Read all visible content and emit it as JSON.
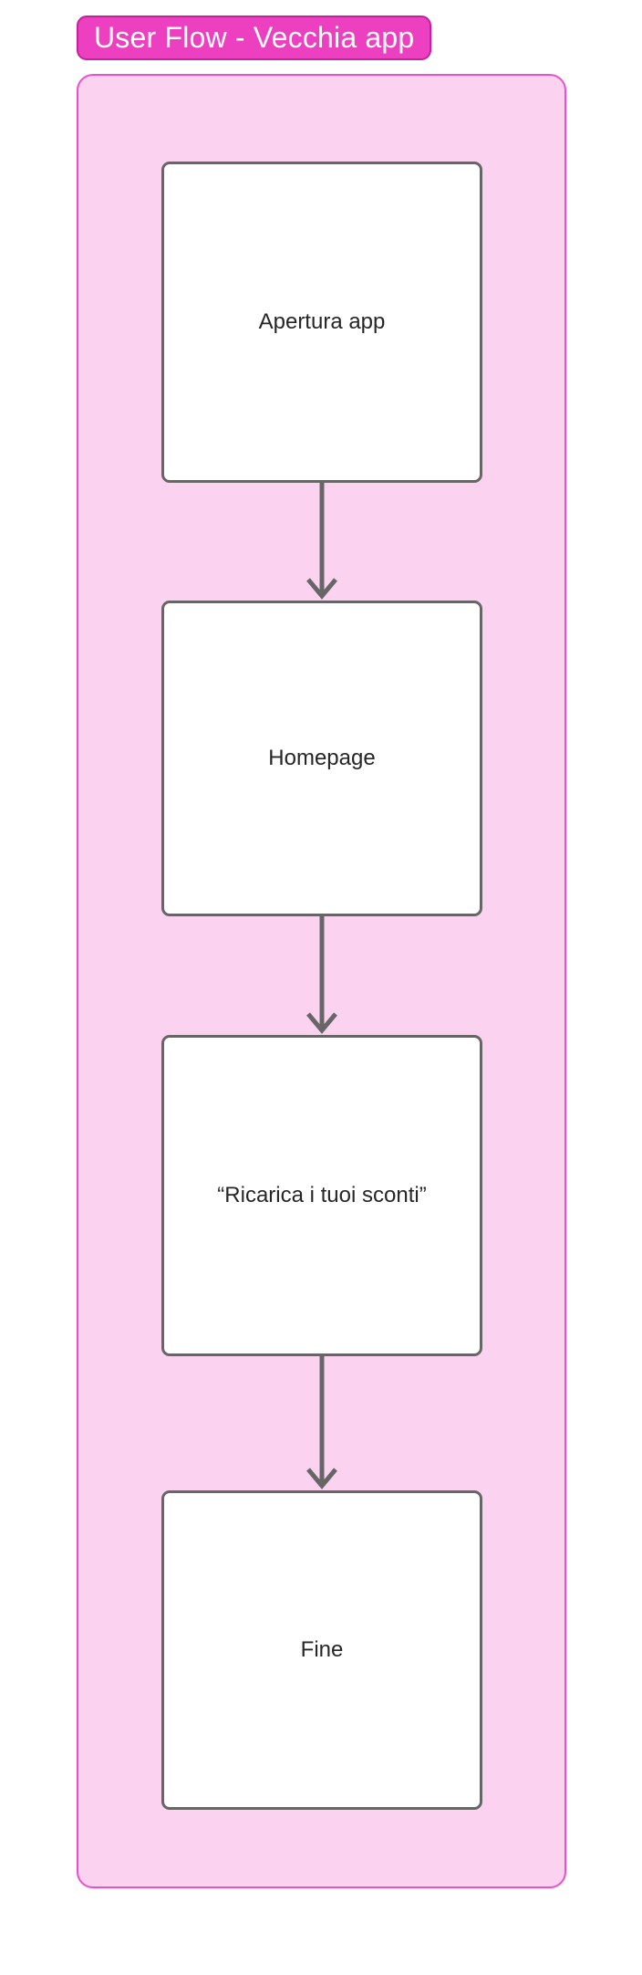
{
  "title": "User Flow - Vecchia app",
  "nodes": [
    {
      "label": "Apertura app"
    },
    {
      "label": "Homepage"
    },
    {
      "label": "“Ricarica i tuoi sconti”"
    },
    {
      "label": "Fine"
    }
  ],
  "colors": {
    "badge_bg": "#ec40c0",
    "badge_border": "#c61fa0",
    "badge_text": "#ffffff",
    "container_bg": "#fbd3f1",
    "container_border": "#ef4ec9",
    "node_bg": "#ffffff",
    "node_border": "#666666",
    "node_text": "#262626",
    "arrow": "#666666"
  }
}
